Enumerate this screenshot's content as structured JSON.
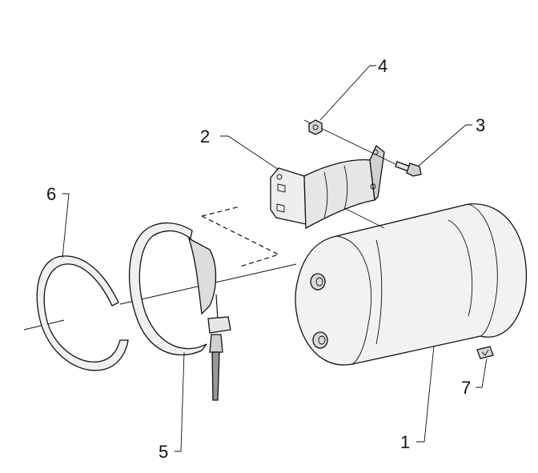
{
  "callouts": [
    {
      "id": "1",
      "label": "1"
    },
    {
      "id": "2",
      "label": "2"
    },
    {
      "id": "3",
      "label": "3"
    },
    {
      "id": "4",
      "label": "4"
    },
    {
      "id": "5",
      "label": "5"
    },
    {
      "id": "6",
      "label": "6"
    },
    {
      "id": "7",
      "label": "7"
    }
  ],
  "colors": {
    "stroke": "#111111",
    "tank_fill": "#f2f2f2",
    "shade": "#d9d9d9",
    "background": "#ffffff"
  }
}
